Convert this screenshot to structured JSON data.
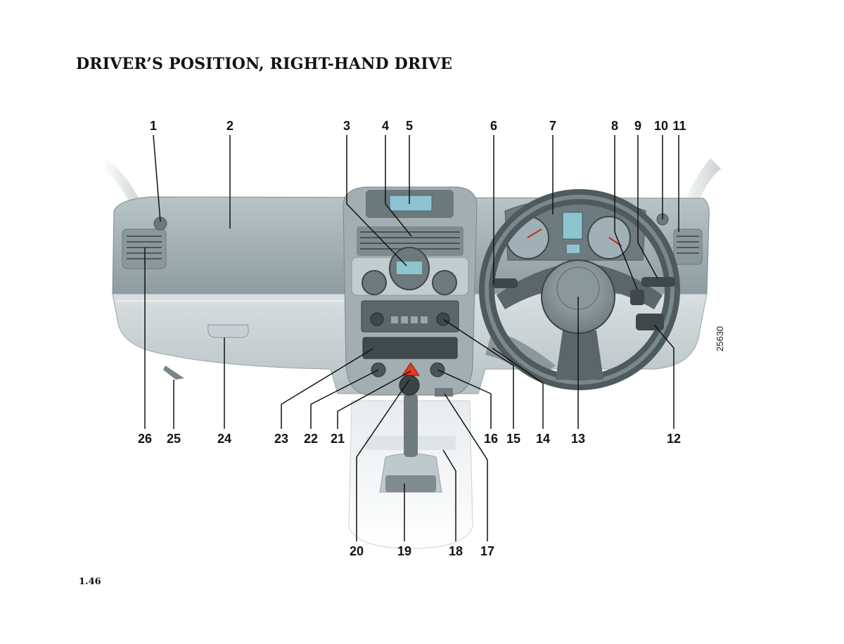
{
  "title": "DRIVER’S POSITION, RIGHT-HAND DRIVE",
  "page_number": "1.46",
  "figure_code": "25630",
  "callouts": {
    "c1": "1",
    "c2": "2",
    "c3": "3",
    "c4": "4",
    "c5": "5",
    "c6": "6",
    "c7": "7",
    "c8": "8",
    "c9": "9",
    "c10": "10",
    "c11": "11",
    "c12": "12",
    "c13": "13",
    "c14": "14",
    "c15": "15",
    "c16": "16",
    "c17": "17",
    "c18": "18",
    "c19": "19",
    "c20": "20",
    "c21": "21",
    "c22": "22",
    "c23": "23",
    "c24": "24",
    "c25": "25",
    "c26": "26"
  }
}
